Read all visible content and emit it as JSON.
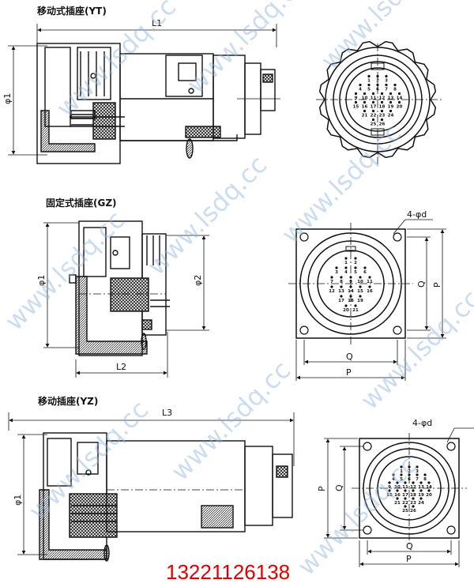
{
  "titles": {
    "yt": "移动式插座(YT)",
    "gz": "固定式插座(GZ)",
    "yz": "移动插座(YZ)"
  },
  "dims": {
    "L1": "L1",
    "L2": "L2",
    "L3": "L3",
    "phi1": "φ1",
    "phi2": "φ2",
    "Q": "Q",
    "P": "P",
    "holes": "4-φd"
  },
  "pins": {
    "yt": [
      "1",
      "2",
      "3",
      "4",
      "5",
      "6",
      "7",
      "8",
      "9",
      "10",
      "11",
      "12",
      "13",
      "14",
      "15",
      "16",
      "17",
      "18",
      "19",
      "20",
      "21",
      "22",
      "23",
      "24",
      "25",
      "26"
    ],
    "gz": [
      "1",
      "2",
      "3",
      "4",
      "5",
      "6",
      "7",
      "8",
      "9",
      "10",
      "11",
      "12",
      "13",
      "14",
      "15",
      "16",
      "17",
      "18",
      "19",
      "20",
      "21"
    ],
    "yz": [
      "1",
      "2",
      "3",
      "4",
      "5",
      "6",
      "7",
      "8",
      "9",
      "10",
      "11",
      "12",
      "13",
      "14",
      "15",
      "16",
      "17",
      "18",
      "19",
      "20",
      "21",
      "22",
      "23",
      "24",
      "25",
      "26"
    ]
  },
  "watermark": "www.lsdq.cc",
  "phone": "13221126138",
  "colors": {
    "line": "#111111",
    "watermark": "#8fb4dc",
    "phone": "#e00000"
  }
}
